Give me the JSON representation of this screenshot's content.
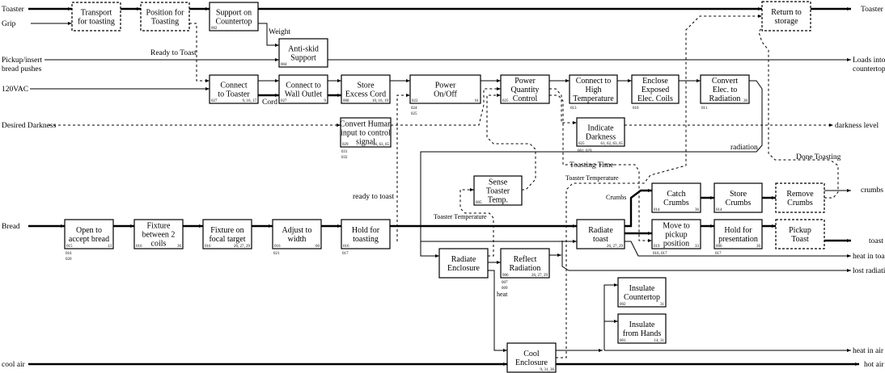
{
  "boxes": {
    "transport": {
      "lines": [
        "Transport",
        "for toasting"
      ],
      "dashed": true,
      "codes": {}
    },
    "position": {
      "lines": [
        "Position for",
        "Toasting"
      ],
      "dashed": true,
      "codes": {}
    },
    "support": {
      "lines": [
        "Support on",
        "Countertop"
      ],
      "codes": {
        "left": "002"
      }
    },
    "antiskid": {
      "lines": [
        "Anti-skid",
        "Support"
      ],
      "codes": {
        "left": "004"
      }
    },
    "connect_toaster": {
      "lines": [
        "Connect",
        "to Toaster"
      ],
      "codes": {
        "left": "027",
        "right": "9, 16, 17"
      }
    },
    "wall_outlet": {
      "lines": [
        "Connect to",
        "Wall Outlet"
      ],
      "codes": {
        "left": "027",
        "right": "9"
      }
    },
    "store_cord": {
      "lines": [
        "Store",
        "Excess Cord"
      ],
      "codes": {
        "left": "008",
        "right": "10, 16, 19"
      }
    },
    "power_onoff": {
      "lines": [
        "Power",
        "On/Off"
      ],
      "codes": {
        "left": "022",
        "right": "61",
        "below": [
          "024",
          "025"
        ]
      }
    },
    "power_quantity": {
      "lines": [
        "Power",
        "Quantity",
        "Control"
      ],
      "codes": {
        "left": "025"
      }
    },
    "high_temp": {
      "lines": [
        "Connect to",
        "High",
        "Temperature"
      ],
      "codes": {
        "below": [
          "013"
        ]
      }
    },
    "enclose_coils": {
      "lines": [
        "Enclose",
        "Exposed",
        "Elec. Coils"
      ],
      "codes": {
        "below": [
          "010"
        ]
      }
    },
    "convert_radiation": {
      "lines": [
        "Convert",
        "Elec. to",
        "Radiation"
      ],
      "codes": {
        "right": "30",
        "below": [
          "011"
        ]
      }
    },
    "return_storage": {
      "lines": [
        "Return to",
        "storage"
      ],
      "dashed": true,
      "codes": {}
    },
    "convert_human": {
      "lines": [
        "Convert Human",
        "input to control",
        "signal"
      ],
      "codes": {
        "left": "029",
        "right": "36, 63, 65",
        "below": [
          "031",
          "032"
        ]
      }
    },
    "indicate_darkness": {
      "lines": [
        "Indicate",
        "Darkness"
      ],
      "codes": {
        "left": "025",
        "right": "61, 62, 63, 65",
        "below": [
          "001, 029"
        ]
      }
    },
    "sense_temp": {
      "lines": [
        "Sense",
        "Toaster",
        "Temp."
      ],
      "codes": {
        "left": "005"
      }
    },
    "open_bread": {
      "lines": [
        "Open to",
        "accept bread"
      ],
      "codes": {
        "left": "015",
        "right": "13",
        "below": [
          "016",
          "020"
        ]
      }
    },
    "fixture_coils": {
      "lines": [
        "Fixture",
        "between 2",
        "coils"
      ],
      "codes": {
        "left": "016",
        "right": "36"
      }
    },
    "fixture_focal": {
      "lines": [
        "Fixture on",
        "focal target"
      ],
      "codes": {
        "left": "016",
        "right": "26, 27, 29"
      }
    },
    "adjust_width": {
      "lines": [
        "Adjust to",
        "width"
      ],
      "codes": {
        "left": "016",
        "right": "60",
        "below": [
          "021"
        ]
      }
    },
    "hold_toasting": {
      "lines": [
        "Hold for",
        "toasting"
      ],
      "codes": {
        "left": "016",
        "below": [
          "017"
        ]
      }
    },
    "radiate_enclosure": {
      "lines": [
        "Radiate",
        "Enclosure"
      ],
      "codes": {}
    },
    "reflect_radiation": {
      "lines": [
        "Reflect",
        "Radiation"
      ],
      "codes": {
        "left": "006",
        "right": "26, 27, 29",
        "below": [
          "007",
          "009"
        ]
      }
    },
    "radiate_toast": {
      "lines": [
        "Radiate",
        "toast"
      ],
      "codes": {
        "right": "26, 27, 29"
      }
    },
    "catch_crumbs": {
      "lines": [
        "Catch",
        "Crumbs"
      ],
      "codes": {
        "left": "014",
        "right": "36"
      }
    },
    "store_crumbs": {
      "lines": [
        "Store",
        "Crumbs"
      ],
      "codes": {
        "left": "014"
      }
    },
    "remove_crumbs": {
      "lines": [
        "Remove",
        "Crumbs"
      ],
      "dashed": true,
      "codes": {}
    },
    "move_pickup": {
      "lines": [
        "Move to",
        "pickup",
        "position"
      ],
      "codes": {
        "left": "019",
        "right": "33",
        "below": [
          "016, 017"
        ]
      }
    },
    "hold_presentation": {
      "lines": [
        "Hold for",
        "presentation"
      ],
      "codes": {
        "left": "006",
        "right": "36",
        "below": [
          "017"
        ]
      }
    },
    "pickup_toast": {
      "lines": [
        "Pickup",
        "Toast"
      ],
      "dashed": true,
      "codes": {}
    },
    "insulate_countertop": {
      "lines": [
        "Insulate",
        "Countertop"
      ],
      "codes": {
        "left": "002",
        "right": "31"
      }
    },
    "insulate_hands": {
      "lines": [
        "Insulate",
        "from Hands"
      ],
      "codes": {
        "left": "001",
        "right": "14, 31"
      }
    },
    "cool_enclosure": {
      "lines": [
        "Cool",
        "Enclosure"
      ],
      "codes": {
        "right": "9, 31, 36"
      }
    }
  },
  "inputs": {
    "toaster": "Toaster",
    "grip": "Grip",
    "pickup_1": "Pickup/insert",
    "pickup_2": "bread pushes",
    "vac": "120VAC",
    "desired_darkness": "Desired Darkness",
    "bread": "Bread",
    "cool_air": "cool air"
  },
  "outputs": {
    "toaster": "Toaster",
    "loads_1": "Loads into",
    "loads_2": "countertop",
    "darkness_level": "darkness level",
    "crumbs": "crumbs",
    "toast": "toast",
    "heat_in_toast": "heat in toast",
    "lost_radiation": "lost radiation",
    "heat_in_air": "heat in air",
    "hot_air": "hot air"
  },
  "flow_labels": {
    "weight": "Weight",
    "ready_to_toast_top": "Ready to Toast",
    "cord": "Cord",
    "radiation": "radiation",
    "done_toasting": "Done Toasting",
    "toasting_time": "Toasting Time",
    "toaster_temperature_1": "Toaster Temperature",
    "toaster_temperature_2": "Toaster Temperature",
    "ready_to_toast": "ready to toast",
    "crumbs": "Crumbs",
    "heat": "heat"
  }
}
